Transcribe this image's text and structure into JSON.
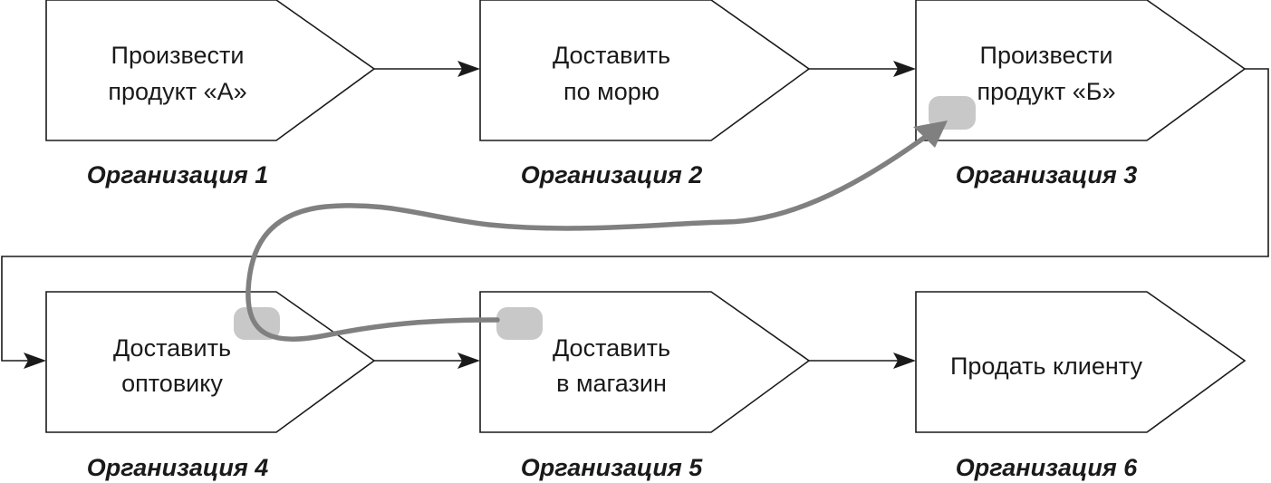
{
  "steps": [
    {
      "id": "s1",
      "lines": [
        "Произвести",
        "продукт «А»"
      ],
      "org": "Организация 1"
    },
    {
      "id": "s2",
      "lines": [
        "Доставить",
        "по морю"
      ],
      "org": "Организация 2"
    },
    {
      "id": "s3",
      "lines": [
        "Произвести",
        "продукт «Б»"
      ],
      "org": "Организация 3"
    },
    {
      "id": "s4",
      "lines": [
        "Доставить",
        "оптовику"
      ],
      "org": "Организация 4"
    },
    {
      "id": "s5",
      "lines": [
        "Доставить",
        "в магазин"
      ],
      "org": "Организация 5"
    },
    {
      "id": "s6",
      "lines": [
        "Продать клиенту"
      ],
      "org": "Организация 6"
    }
  ],
  "colors": {
    "outline": "#1a1a1a",
    "background": "#ffffff",
    "flow_arrow": "#808080",
    "marker": "#c8c8c8"
  }
}
